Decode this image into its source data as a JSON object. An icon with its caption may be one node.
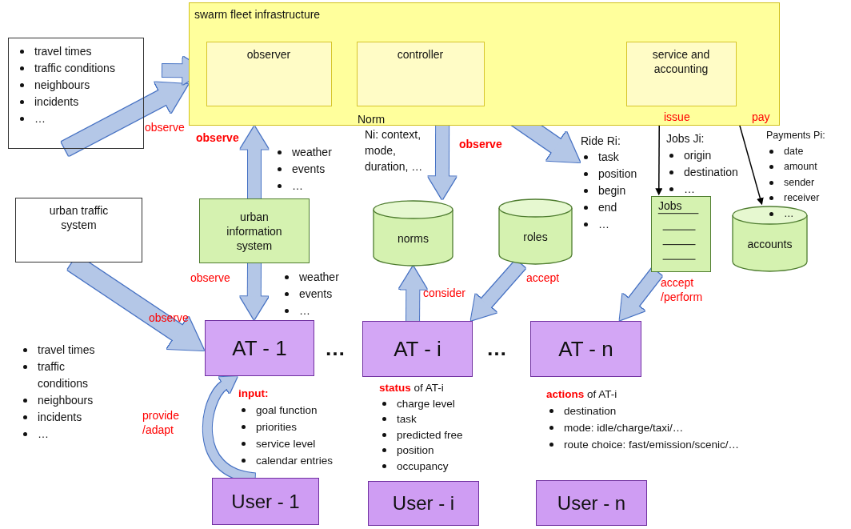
{
  "diagram": {
    "nodes": [
      {
        "text": [
          "swarm fleet infrastructure"
        ]
      },
      {
        "text": [
          "observer"
        ],
        "in": 0
      },
      {
        "text": [
          "controller"
        ],
        "in": 0
      },
      {
        "text": [
          "service and accounting"
        ],
        "in": 0
      },
      {
        "text": [
          "travel times",
          "traffic conditions",
          "neighbours",
          "incidents",
          "…"
        ]
      },
      {
        "text": [
          "urban traffic system"
        ]
      },
      {
        "text": [
          "urban information system"
        ]
      },
      {
        "text": [
          "Ride Ri:",
          "task",
          "position",
          "begin",
          "end",
          "…"
        ]
      },
      {
        "text": [
          "norms"
        ]
      },
      {
        "text": [
          "roles"
        ]
      },
      {
        "text": [
          "Jobs"
        ]
      },
      {
        "text": [
          "accounts"
        ]
      },
      {
        "text": [
          "AT - 1"
        ],
        "beside": [
          "input:",
          "goal function",
          "priorities",
          "service level",
          "calendar entries"
        ]
      },
      {
        "text": [
          "AT - i"
        ],
        "beside": [
          "**status** of AT-i",
          "charge level",
          "task",
          "predicted free",
          "position",
          "occupancy"
        ]
      },
      {
        "text": [
          "AT - n"
        ],
        "beside": [
          "**actions** of AT-i",
          "destination",
          "mode: idle/charge/taxi/…",
          "route choice: fast/emission/scenic/…"
        ]
      },
      {
        "text": [
          "User - 1"
        ]
      },
      {
        "text": [
          "User - i"
        ]
      },
      {
        "text": [
          "User - n"
        ]
      }
    ],
    "edges": [
      {
        "from": 4,
        "to": 0,
        "arrow": "to",
        "label": "observe"
      },
      {
        "from": null,
        "to": 1,
        "arrow": "to"
      },
      {
        "from": 6,
        "to": 0,
        "arrow": "to",
        "label": "observe"
      },
      {
        "from": 6,
        "to": 12,
        "arrow": "to",
        "label": "observe"
      },
      {
        "from": 5,
        "to": 12,
        "arrow": "to",
        "label": "observe"
      },
      {
        "from": 2,
        "to": 8,
        "arrow": "to",
        "label": "observe"
      },
      {
        "from": 2,
        "to": 7,
        "arrow": "to"
      },
      {
        "from": 3,
        "to": 10,
        "arrow": "to",
        "label": "issue",
        "color": "#000000"
      },
      {
        "from": 3,
        "to": 11,
        "arrow": "to",
        "label": "pay",
        "color": "#000000"
      },
      {
        "from": 13,
        "to": 8,
        "arrow": "to",
        "label": "consider"
      },
      {
        "from": 9,
        "to": 13,
        "arrow": "to",
        "label": "accept"
      },
      {
        "from": 10,
        "to": 14,
        "arrow": "to",
        "label": "accept /perform"
      },
      {
        "from": 15,
        "to": 12,
        "arrow": "to",
        "label": "provide /adapt"
      }
    ],
    "labels": [
      "Norm",
      "Ni: context, mode, duration, …",
      "weather",
      "events",
      "…",
      "Jobs Ji:",
      "origin",
      "destination",
      "…",
      "Payments Pi:",
      "date",
      "amount",
      "sender",
      "receiver",
      "…",
      "weather",
      "events",
      "…",
      "travel times",
      "traffic conditions",
      "neighbours",
      "incidents",
      "…",
      "…",
      "…"
    ]
  }
}
